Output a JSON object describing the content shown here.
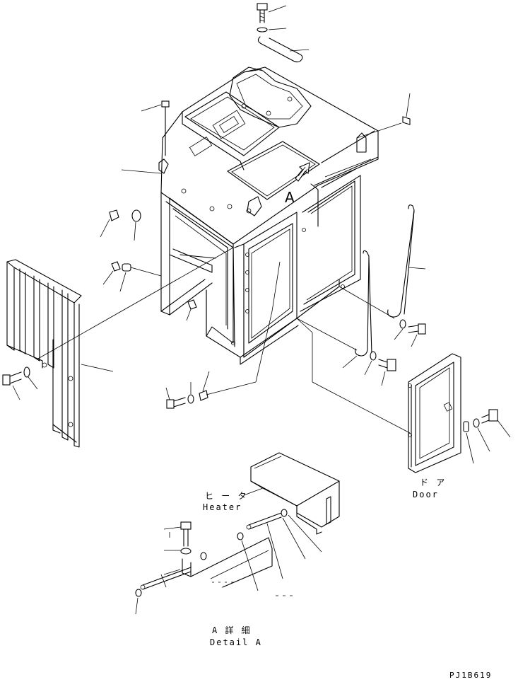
{
  "labels": {
    "heater_jp": "ヒ ー タ",
    "heater_en": "Heater",
    "door_jp": "ド ア",
    "door_en": "Door",
    "detail_jp": "A 詳 細",
    "detail_en": "Detail A",
    "view_marker": "A",
    "drawing_no": "PJ1B619"
  }
}
